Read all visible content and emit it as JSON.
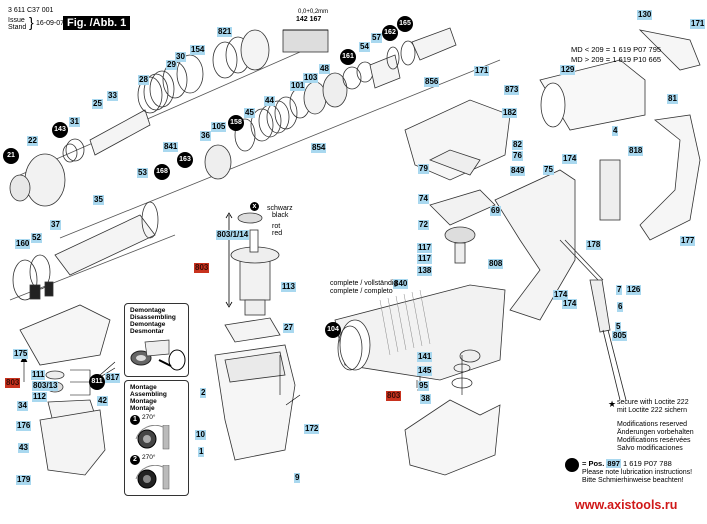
{
  "header": {
    "doc_code": "3 611 C37 001",
    "issue_label_1": "Issue",
    "issue_label_2": "Stand",
    "issue_date": "16-09-07",
    "figure_title": "Fig. /Abb. 1"
  },
  "model_notes": {
    "line1": "MD < 209 = 1 619 P07 795",
    "line2": "MD > 209 = 1 619 P10 665"
  },
  "dimension_note": {
    "tolerance": "0,0+0,2mm",
    "parts": "142 167"
  },
  "part_labels": [
    {
      "id": "21",
      "style": "circle"
    },
    {
      "id": "22",
      "style": "box"
    },
    {
      "id": "143",
      "style": "circle"
    },
    {
      "id": "31",
      "style": "box"
    },
    {
      "id": "25",
      "style": "box"
    },
    {
      "id": "33",
      "style": "box"
    },
    {
      "id": "28",
      "style": "box"
    },
    {
      "id": "29",
      "style": "box"
    },
    {
      "id": "30",
      "style": "box"
    },
    {
      "id": "154",
      "style": "box"
    },
    {
      "id": "821",
      "style": "box"
    },
    {
      "id": "841",
      "style": "box"
    },
    {
      "id": "168",
      "style": "circle"
    },
    {
      "id": "163",
      "style": "circle"
    },
    {
      "id": "53",
      "style": "box"
    },
    {
      "id": "36",
      "style": "box"
    },
    {
      "id": "105",
      "style": "box"
    },
    {
      "id": "158",
      "style": "circle"
    },
    {
      "id": "45",
      "style": "box"
    },
    {
      "id": "44",
      "style": "box"
    },
    {
      "id": "101",
      "style": "box"
    },
    {
      "id": "103",
      "style": "box"
    },
    {
      "id": "48",
      "style": "box"
    },
    {
      "id": "161",
      "style": "circle"
    },
    {
      "id": "54",
      "style": "box"
    },
    {
      "id": "57",
      "style": "box"
    },
    {
      "id": "162",
      "style": "circle"
    },
    {
      "id": "165",
      "style": "circle"
    },
    {
      "id": "856",
      "style": "box"
    },
    {
      "id": "854",
      "style": "box"
    },
    {
      "id": "171",
      "style": "box"
    },
    {
      "id": "873",
      "style": "box"
    },
    {
      "id": "182",
      "style": "box"
    },
    {
      "id": "82",
      "style": "box"
    },
    {
      "id": "76",
      "style": "box"
    },
    {
      "id": "79",
      "style": "box"
    },
    {
      "id": "849",
      "style": "box"
    },
    {
      "id": "74",
      "style": "box"
    },
    {
      "id": "72",
      "style": "box"
    },
    {
      "id": "69",
      "style": "box"
    },
    {
      "id": "117",
      "style": "box"
    },
    {
      "id": "117",
      "style": "box"
    },
    {
      "id": "138",
      "style": "box"
    },
    {
      "id": "808",
      "style": "box"
    },
    {
      "id": "840",
      "style": "box"
    },
    {
      "id": "104",
      "style": "circle"
    },
    {
      "id": "141",
      "style": "box"
    },
    {
      "id": "145",
      "style": "box"
    },
    {
      "id": "95",
      "style": "box"
    },
    {
      "id": "803",
      "style": "red"
    },
    {
      "id": "38",
      "style": "box"
    },
    {
      "id": "75",
      "style": "box"
    },
    {
      "id": "174",
      "style": "box"
    },
    {
      "id": "174",
      "style": "box"
    },
    {
      "id": "174",
      "style": "box"
    },
    {
      "id": "178",
      "style": "box"
    },
    {
      "id": "4",
      "style": "box"
    },
    {
      "id": "818",
      "style": "box"
    },
    {
      "id": "81",
      "style": "box"
    },
    {
      "id": "177",
      "style": "box"
    },
    {
      "id": "130",
      "style": "box"
    },
    {
      "id": "171",
      "style": "box"
    },
    {
      "id": "129",
      "style": "box"
    },
    {
      "id": "7",
      "style": "box"
    },
    {
      "id": "126",
      "style": "box"
    },
    {
      "id": "6",
      "style": "box"
    },
    {
      "id": "5",
      "style": "box"
    },
    {
      "id": "805",
      "style": "box"
    },
    {
      "id": "35",
      "style": "box"
    },
    {
      "id": "37",
      "style": "box"
    },
    {
      "id": "52",
      "style": "box"
    },
    {
      "id": "160",
      "style": "box"
    },
    {
      "id": "803/1/14",
      "style": "box"
    },
    {
      "id": "803",
      "style": "red"
    },
    {
      "id": "113",
      "style": "box"
    },
    {
      "id": "27",
      "style": "box"
    },
    {
      "id": "2",
      "style": "box"
    },
    {
      "id": "10",
      "style": "box"
    },
    {
      "id": "1",
      "style": "box"
    },
    {
      "id": "172",
      "style": "box"
    },
    {
      "id": "9",
      "style": "box"
    },
    {
      "id": "175",
      "style": "box"
    },
    {
      "id": "111",
      "style": "box"
    },
    {
      "id": "803",
      "style": "red"
    },
    {
      "id": "803/13",
      "style": "box"
    },
    {
      "id": "112",
      "style": "box"
    },
    {
      "id": "34",
      "style": "box"
    },
    {
      "id": "811",
      "style": "circle"
    },
    {
      "id": "817",
      "style": "box"
    },
    {
      "id": "42",
      "style": "box"
    },
    {
      "id": "176",
      "style": "box"
    },
    {
      "id": "43",
      "style": "box"
    },
    {
      "id": "179",
      "style": "box"
    }
  ],
  "bearing_note": {
    "marker": "x",
    "black_de": "schwarz",
    "black_en": "black",
    "red_de": "rot",
    "red_en": "red"
  },
  "complete_note": {
    "line1": "complete / vollständig",
    "line2": "complete / completo"
  },
  "demontage_inset": {
    "lines": [
      "Demontage",
      "Disassembling",
      "Demontage",
      "Desmontar"
    ]
  },
  "montage_inset": {
    "lines": [
      "Montage",
      "Assembling",
      "Montage",
      "Montaje"
    ],
    "step1": "1",
    "step2": "2",
    "angle": "270°"
  },
  "footnotes": {
    "star_symbol": "★",
    "loctite_en": "secure with Loctite 222",
    "loctite_de": "mit Loctite 222 sichern",
    "mods": [
      "Modifications reserved",
      "Änderungen vorbehalten",
      "Modifications resérvées",
      "Salvo modificaciones"
    ],
    "pos_prefix": "= Pos.",
    "pos_number": "897",
    "pos_part": "1 619 P07 788",
    "lubrication_en": "Please note lubrication instructions!",
    "lubrication_de": "Bitte Schmierhinweise beachten!"
  },
  "website": "www.axistools.ru",
  "colors": {
    "label_bg": "#a9d8ef",
    "red_label_bg": "#c8321e",
    "website": "#d01818"
  }
}
